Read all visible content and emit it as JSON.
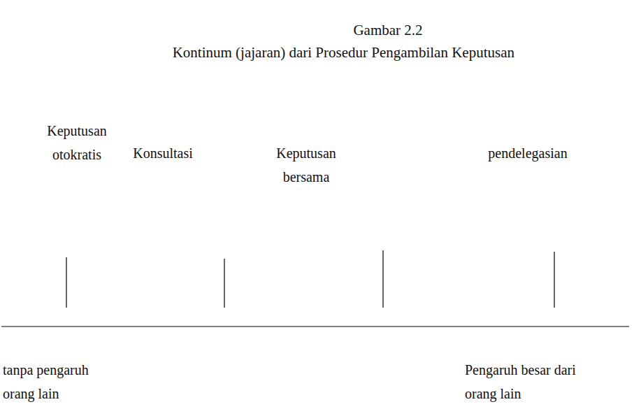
{
  "diagram": {
    "title": "Gambar 2.2",
    "labels": [
      "Kontinum (jajaran) dari Prosedur Pengambilan Keputusan",
      "Keputusan otokratis",
      "Konsultasi",
      "Keputusan bersama",
      "pendelegasian",
      "tanpa pengaruh orang lain",
      "Pengaruh besar dari orang lain"
    ]
  }
}
